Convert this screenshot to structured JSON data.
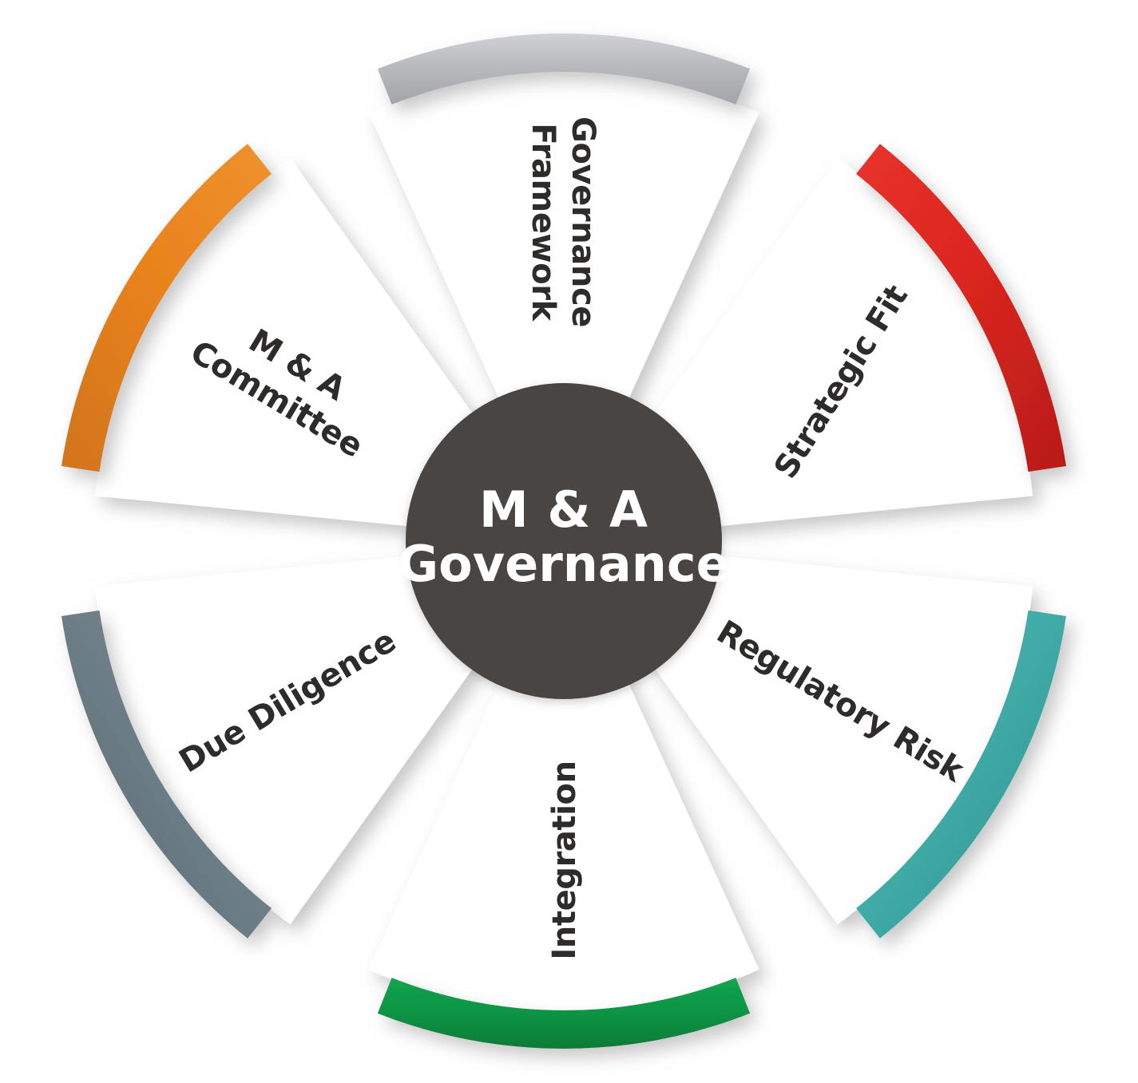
{
  "diagram": {
    "type": "radial-petal-wheel",
    "title": "M & A Governance",
    "center": {
      "line1": "M & A",
      "line2": "Governance",
      "fill_color": "#4a4543",
      "text_color": "#ffffff"
    },
    "background_color": "#ffffff",
    "label_color": "#2e2c2b",
    "petal_fill_color": "#ffffff",
    "petal_count": 6,
    "petals": [
      {
        "id": "governance-framework",
        "label": "Governance Framework",
        "label_line1": "Governance",
        "label_line2": "Framework",
        "color": "#b8babe",
        "color_name": "gray",
        "position": "top",
        "angle_deg": 270,
        "text_rotation_deg": 90
      },
      {
        "id": "strategic-fit",
        "label": "Strategic Fit",
        "label_line1": "Strategic Fit",
        "label_line2": "",
        "color": "#d9251f",
        "color_name": "red",
        "position": "top-right",
        "angle_deg": 330,
        "text_rotation_deg": -58
      },
      {
        "id": "regulatory-risk",
        "label": "Regulatory Risk",
        "label_line1": "Regulatory Risk",
        "label_line2": "",
        "color": "#3faaa6",
        "color_name": "teal",
        "position": "bottom-right",
        "angle_deg": 30,
        "text_rotation_deg": 31
      },
      {
        "id": "integration",
        "label": "Integration",
        "label_line1": "Integration",
        "label_line2": "",
        "color": "#0b9444",
        "color_name": "green",
        "position": "bottom",
        "angle_deg": 90,
        "text_rotation_deg": -90
      },
      {
        "id": "due-diligence",
        "label": "Due Diligence",
        "label_line1": "Due Diligence",
        "label_line2": "",
        "color": "#6c7d86",
        "color_name": "slate",
        "position": "bottom-left",
        "angle_deg": 150,
        "text_rotation_deg": -31
      },
      {
        "id": "ma-committee",
        "label": "M & A Committee",
        "label_line1": "M & A",
        "label_line2": "Committee",
        "color": "#e8821d",
        "color_name": "orange",
        "position": "top-left",
        "angle_deg": 210,
        "text_rotation_deg": 31
      }
    ]
  }
}
